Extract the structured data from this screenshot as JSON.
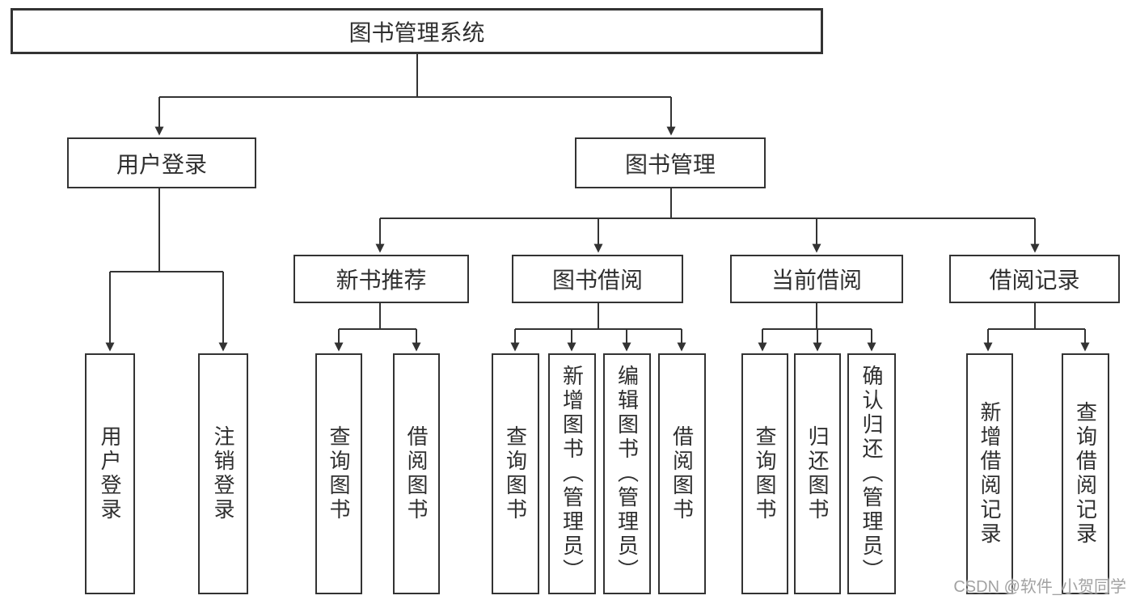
{
  "diagram": {
    "root": {
      "label": "图书管理系统"
    },
    "level2": [
      {
        "label": "用户登录"
      },
      {
        "label": "图书管理"
      }
    ],
    "level3": [
      {
        "label": "新书推荐"
      },
      {
        "label": "图书借阅"
      },
      {
        "label": "当前借阅"
      },
      {
        "label": "借阅记录"
      }
    ],
    "leaves": {
      "login": [
        "用户登录",
        "注销登录"
      ],
      "recommend": [
        "查询图书",
        "借阅图书"
      ],
      "borrow": [
        "查询图书",
        "新增图书（管理员）",
        "编辑图书（管理员）",
        "借阅图书"
      ],
      "current": [
        "查询图书",
        "归还图书",
        "确认归还（管理员）"
      ],
      "records": [
        "新增借阅记录",
        "查询借阅记录"
      ]
    },
    "colors": {
      "line": "#333333",
      "box_border": "#333333",
      "text": "#2f2f2f",
      "watermark": "#a2a2a2",
      "background": "#ffffff"
    },
    "watermark": "CSDN @软件_小贺同学"
  }
}
